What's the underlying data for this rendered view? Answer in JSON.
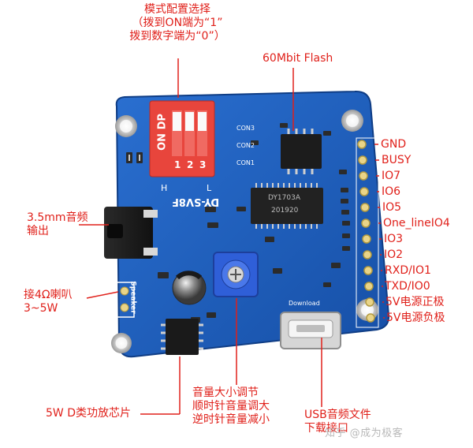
{
  "annotations": {
    "mode_select": [
      "模式配置选择",
      "（拨到ON端为“1”",
      "拨到数字端为“0”）"
    ],
    "flash": "60Mbit Flash",
    "audio_out": [
      "3.5mm音频",
      "输出"
    ],
    "speaker": [
      "接4Ω喇叭",
      "3~5W"
    ],
    "amp_chip": "5W D类功放芯片",
    "volume": [
      "音量大小调节",
      "顺时针音量调大",
      "逆时针音量减小"
    ],
    "usb": [
      "USB音频文件",
      "下载接口"
    ]
  },
  "pins": [
    "GND",
    "BUSY",
    "IO7",
    "IO6",
    "IO5",
    "One_lineIO4",
    "IO3",
    "IO2",
    "RXD/IO1",
    "TXD/IO0",
    "5V电源正极",
    "5V电源负极"
  ],
  "board": {
    "model": "DY-SV8F",
    "dip_on": "ON DP",
    "dip_numbers": [
      "1",
      "2",
      "3"
    ],
    "dip_letters": [
      "H",
      "L"
    ],
    "con_labels": [
      "CON3",
      "CON2",
      "CON1"
    ],
    "chip_text": [
      "DY1703A",
      "201920"
    ],
    "speaker_silk": "Speaker",
    "download_silk": "Download",
    "speaker_signs": [
      "-",
      "+"
    ]
  },
  "watermark": "知乎 @成为极客",
  "colors": {
    "annotation": "#e0201a",
    "pcb": "#1f5fbf",
    "dip": "#e8453c",
    "pot": "#2f5fd8"
  }
}
